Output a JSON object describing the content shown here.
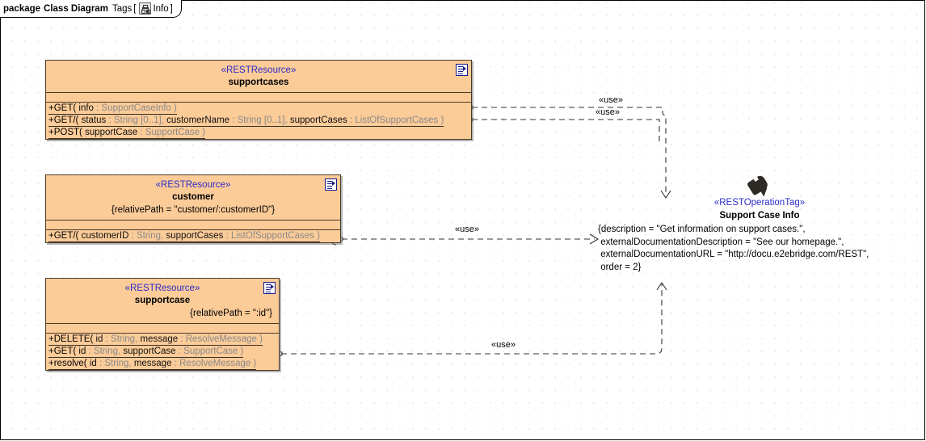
{
  "frame": {
    "keyword": "package",
    "name": "Class Diagram",
    "tags_label": "Tags",
    "bracket_open": "[",
    "bracket_close": "]",
    "tag_value": "Info",
    "icon": "hierarchy-icon"
  },
  "classes": [
    {
      "id": "supportcases",
      "stereotype": "«RESTResource»",
      "name": "supportcases",
      "constraint": null,
      "doc_icon": "document-icon",
      "operations": [
        {
          "visibility": "+",
          "name": "GET",
          "params": [
            {
              "pname": "info",
              "ptype": "SupportCaseInfo"
            }
          ]
        },
        {
          "visibility": "+",
          "name": "GET/",
          "params": [
            {
              "pname": "status",
              "ptype": "String [0..1]"
            },
            {
              "pname": "customerName",
              "ptype": "String [0..1]"
            },
            {
              "pname": "supportCases",
              "ptype": "ListOfSupportCases"
            }
          ]
        },
        {
          "visibility": "+",
          "name": "POST",
          "params": [
            {
              "pname": "supportCase",
              "ptype": "SupportCase"
            }
          ]
        }
      ]
    },
    {
      "id": "customer",
      "stereotype": "«RESTResource»",
      "name": "customer",
      "constraint": "{relativePath = \"customer/:customerID\"}",
      "doc_icon": "document-icon",
      "operations": [
        {
          "visibility": "+",
          "name": "GET/",
          "params": [
            {
              "pname": "customerID",
              "ptype": "String"
            },
            {
              "pname": "supportCases",
              "ptype": "ListOfSupportCases"
            }
          ]
        }
      ]
    },
    {
      "id": "supportcase",
      "stereotype": "«RESTResource»",
      "name": "supportcase",
      "constraint": "{relativePath = \":id\"}",
      "doc_icon": "document-icon",
      "operations": [
        {
          "visibility": "+",
          "name": "DELETE",
          "params": [
            {
              "pname": "id",
              "ptype": "String"
            },
            {
              "pname": "message",
              "ptype": "ResolveMessage"
            }
          ]
        },
        {
          "visibility": "+",
          "name": "GET",
          "params": [
            {
              "pname": "id",
              "ptype": "String"
            },
            {
              "pname": "supportCase",
              "ptype": "SupportCase"
            }
          ]
        },
        {
          "visibility": "+",
          "name": "resolve",
          "params": [
            {
              "pname": "id",
              "ptype": "String"
            },
            {
              "pname": "message",
              "ptype": "ResolveMessage"
            }
          ]
        }
      ]
    }
  ],
  "tag_node": {
    "icon": "price-tag-icon",
    "stereotype": "«RESTOperationTag»",
    "title": "Support Case Info",
    "body": "{description = \"Get information on support cases.\",\n externalDocumentationDescription = \"See our homepage.\",\n externalDocumentationURL = \"http://docu.e2ebridge.com/REST\",\n order = 2}"
  },
  "connectors": [
    {
      "id": "use-1",
      "label": "«use»"
    },
    {
      "id": "use-2",
      "label": "«use»"
    },
    {
      "id": "use-3",
      "label": "«use»"
    },
    {
      "id": "use-4",
      "label": "«use»"
    }
  ],
  "colors": {
    "class_fill": "#fbcb98",
    "class_border": "#4a3a28",
    "stereotype": "#2b2bc8",
    "type_text": "#8a8a8a",
    "tag_icon": "#2e2a26",
    "grid_dot": "#b9b9b9"
  }
}
